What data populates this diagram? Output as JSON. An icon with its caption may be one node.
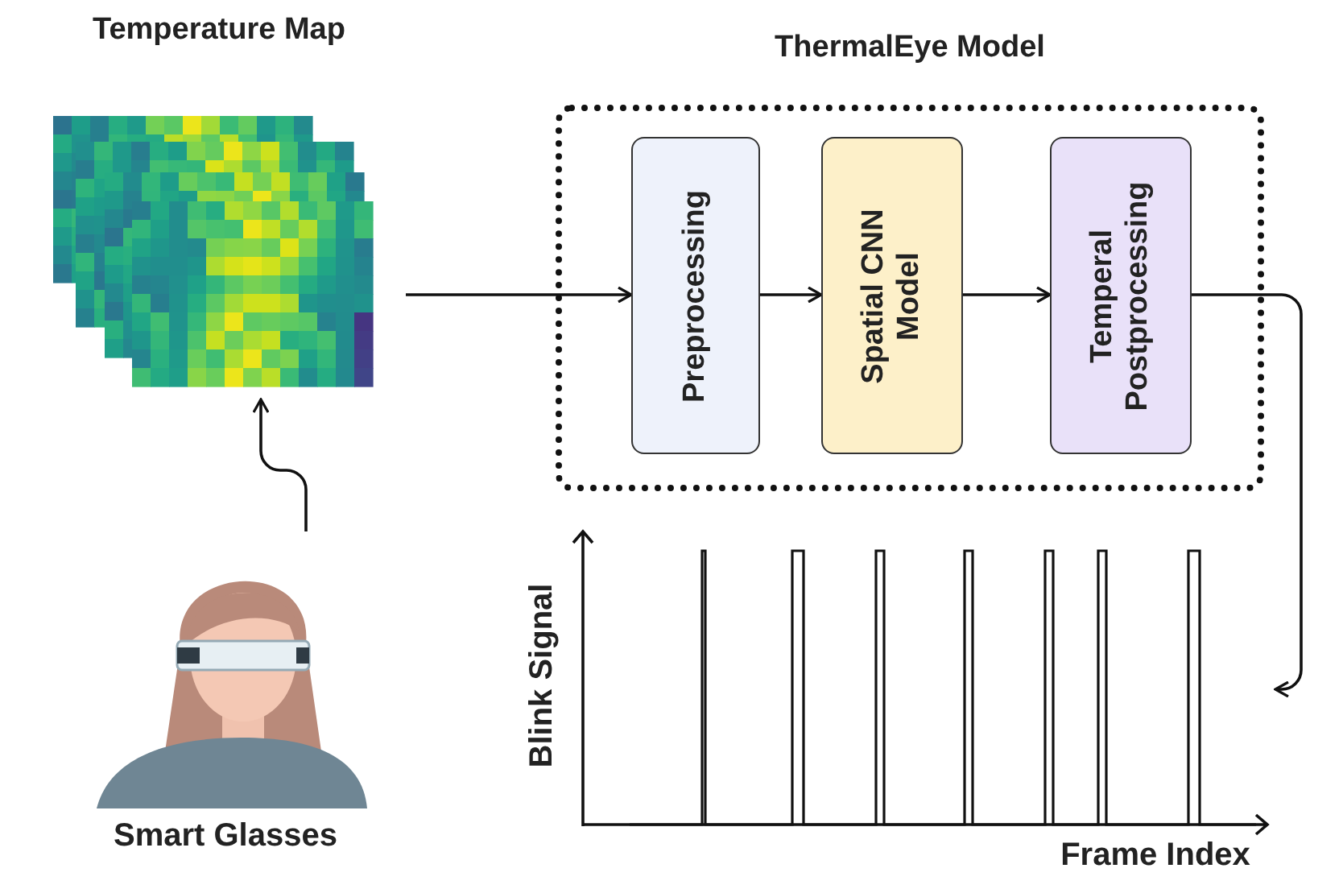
{
  "diagram": {
    "nodes": [
      {
        "text": [
          "Temperature Map"
        ]
      },
      {
        "text": [
          "ThermalEye Model"
        ]
      },
      {
        "text": [
          "Preprocessing"
        ],
        "in": 1
      },
      {
        "text": [
          "Spatial CNN Model"
        ],
        "in": 1
      },
      {
        "text": [
          "Temperal Postprocessing"
        ],
        "in": 1
      },
      {
        "text": [
          "Smart Glasses"
        ]
      },
      {
        "text": [],
        "shape": "picture"
      }
    ],
    "edges": [
      {
        "from": 5,
        "to": 0,
        "arrow": "to"
      },
      {
        "from": 0,
        "to": 2,
        "arrow": "to"
      },
      {
        "from": 2,
        "to": 3,
        "arrow": "to"
      },
      {
        "from": 3,
        "to": 4,
        "arrow": "to"
      },
      {
        "from": 4,
        "to": 6,
        "arrow": "to"
      }
    ],
    "labels": [
      "Blink Signal",
      "Frame Index"
    ]
  }
}
